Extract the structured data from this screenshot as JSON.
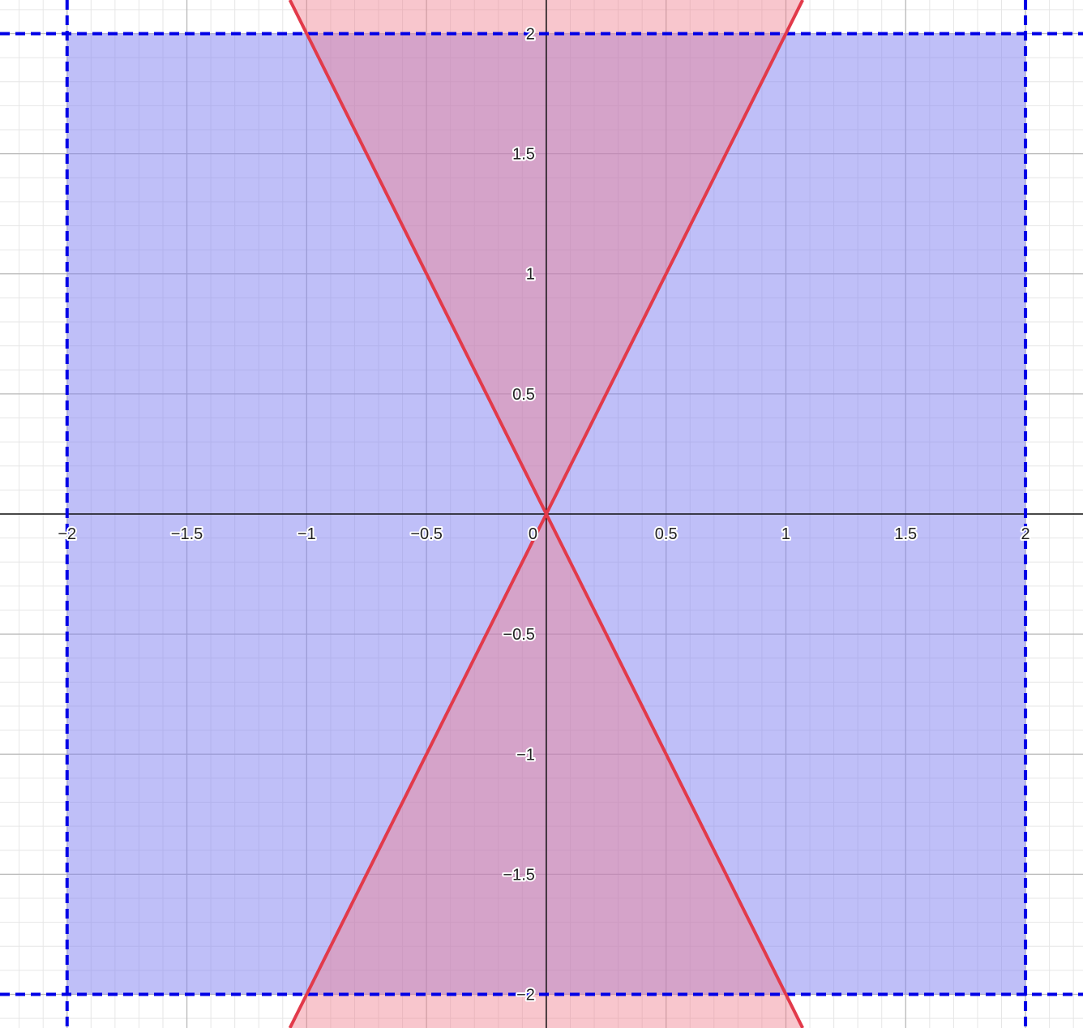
{
  "chart_data": {
    "type": "region",
    "xlim": [
      -2.28,
      2.24
    ],
    "ylim": [
      -2.14,
      2.14
    ],
    "x_ticks": [
      {
        "value": -2,
        "label": "−2"
      },
      {
        "value": -1.5,
        "label": "−1.5"
      },
      {
        "value": -1,
        "label": "−1"
      },
      {
        "value": -0.5,
        "label": "−0.5"
      },
      {
        "value": 0,
        "label": "0"
      },
      {
        "value": 0.5,
        "label": "0.5"
      },
      {
        "value": 1,
        "label": "1"
      },
      {
        "value": 1.5,
        "label": "1.5"
      },
      {
        "value": 2,
        "label": "2"
      }
    ],
    "y_ticks": [
      {
        "value": 2,
        "label": "2"
      },
      {
        "value": 1.5,
        "label": "1.5"
      },
      {
        "value": 1,
        "label": "1"
      },
      {
        "value": 0.5,
        "label": "0.5"
      },
      {
        "value": -0.5,
        "label": "−0.5"
      },
      {
        "value": -1,
        "label": "−1"
      },
      {
        "value": -1.5,
        "label": "−1.5"
      },
      {
        "value": -2,
        "label": "−2"
      }
    ],
    "grid": true,
    "minor_grid_step": 0.1,
    "major_grid_step": 0.5,
    "blue_region": {
      "description_of_bounds": "|x| < 2 and |y| < 2",
      "x_range": [
        -2,
        2
      ],
      "y_range": [
        -2,
        2
      ],
      "fill_color": "#7f7ff2",
      "border_color": "#0000e6",
      "border_style": "dashed"
    },
    "red_region": {
      "lines": [
        {
          "slope": 2,
          "intercept": 0
        },
        {
          "slope": -2,
          "intercept": 0
        }
      ],
      "shading": "between lines containing y-axis (|y| ≥ 2|x|)",
      "fill_color": "#f08090",
      "line_color": "#e23a4a"
    },
    "colors": {
      "axis": "#111111",
      "grid_major": "#b9b9b9",
      "grid_minor": "#e6e6e6"
    }
  }
}
